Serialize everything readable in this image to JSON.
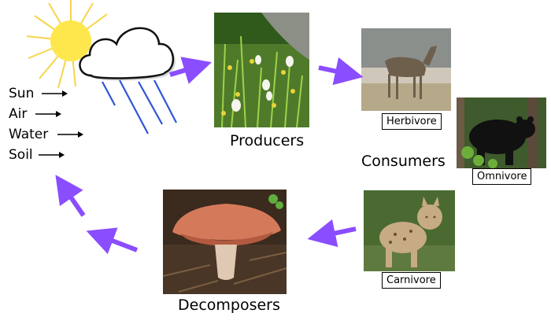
{
  "inputs": [
    {
      "label": "Sun"
    },
    {
      "label": "Air"
    },
    {
      "label": "Water"
    },
    {
      "label": "Soil"
    }
  ],
  "stages": {
    "producers": "Producers",
    "consumers": "Consumers",
    "decomposers": "Decomposers"
  },
  "consumer_types": {
    "herbivore": "Herbivore",
    "omnivore": "Omnivore",
    "carnivore": "Carnivore"
  },
  "colors": {
    "arrow": "#8a4dff",
    "sun": "#fde74c",
    "sun_rays": "#f9d23c",
    "rain": "#2f56d6"
  },
  "icons": [
    "sun-icon",
    "cloud-icon",
    "rain-icon",
    "flowers-photo",
    "deer-photo",
    "bear-photo",
    "bobcat-photo",
    "mushroom-photo"
  ]
}
